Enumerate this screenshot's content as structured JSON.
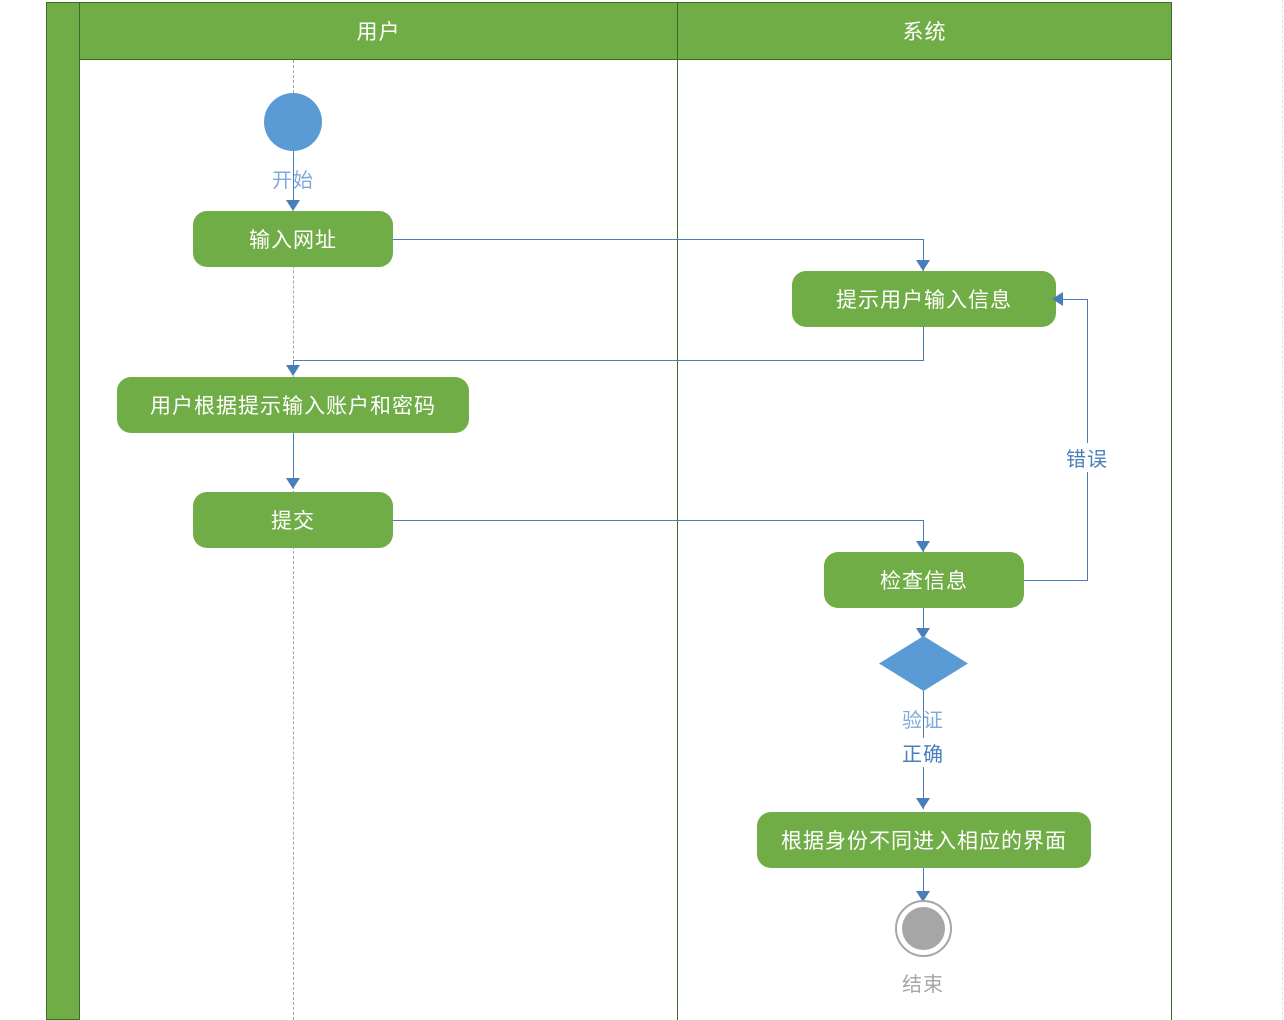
{
  "diagram": {
    "type": "uml-activity-swimlane",
    "title": "",
    "colors": {
      "lane_green": "#70AD47",
      "lane_border_green": "#3C6B28",
      "action_green": "#70AD47",
      "node_blue": "#5B9BD5",
      "edge_blue": "#4A7EBB",
      "final_gray": "#A6A6A6",
      "lifeline_gray": "#A6A6A6"
    },
    "lanes": [
      {
        "id": "user",
        "label": "用户"
      },
      {
        "id": "system",
        "label": "系统"
      }
    ],
    "nodes": [
      {
        "id": "start",
        "kind": "initial",
        "lane": "user",
        "label": "开始"
      },
      {
        "id": "enter-url",
        "kind": "action",
        "lane": "user",
        "label": "输入网址"
      },
      {
        "id": "prompt-user",
        "kind": "action",
        "lane": "system",
        "label": "提示用户输入信息"
      },
      {
        "id": "enter-creds",
        "kind": "action",
        "lane": "user",
        "label": "用户根据提示输入账户和密码"
      },
      {
        "id": "submit",
        "kind": "action",
        "lane": "user",
        "label": "提交"
      },
      {
        "id": "check-info",
        "kind": "action",
        "lane": "system",
        "label": "检查信息"
      },
      {
        "id": "verify",
        "kind": "decision",
        "lane": "system",
        "label": "验证"
      },
      {
        "id": "enter-ui",
        "kind": "action",
        "lane": "system",
        "label": "根据身份不同进入相应的界面"
      },
      {
        "id": "end",
        "kind": "final",
        "lane": "system",
        "label": "结束"
      }
    ],
    "edges": [
      {
        "id": "e1",
        "from": "start",
        "to": "enter-url",
        "label": ""
      },
      {
        "id": "e2",
        "from": "enter-url",
        "to": "prompt-user",
        "label": ""
      },
      {
        "id": "e3",
        "from": "prompt-user",
        "to": "enter-creds",
        "label": ""
      },
      {
        "id": "e4",
        "from": "enter-creds",
        "to": "submit",
        "label": ""
      },
      {
        "id": "e5",
        "from": "submit",
        "to": "check-info",
        "label": ""
      },
      {
        "id": "e6",
        "from": "check-info",
        "to": "verify",
        "label": ""
      },
      {
        "id": "e7",
        "from": "verify",
        "to": "enter-ui",
        "label": "正确"
      },
      {
        "id": "e8",
        "from": "check-info",
        "to": "prompt-user",
        "label": "错误"
      },
      {
        "id": "e9",
        "from": "enter-ui",
        "to": "end",
        "label": ""
      }
    ]
  }
}
